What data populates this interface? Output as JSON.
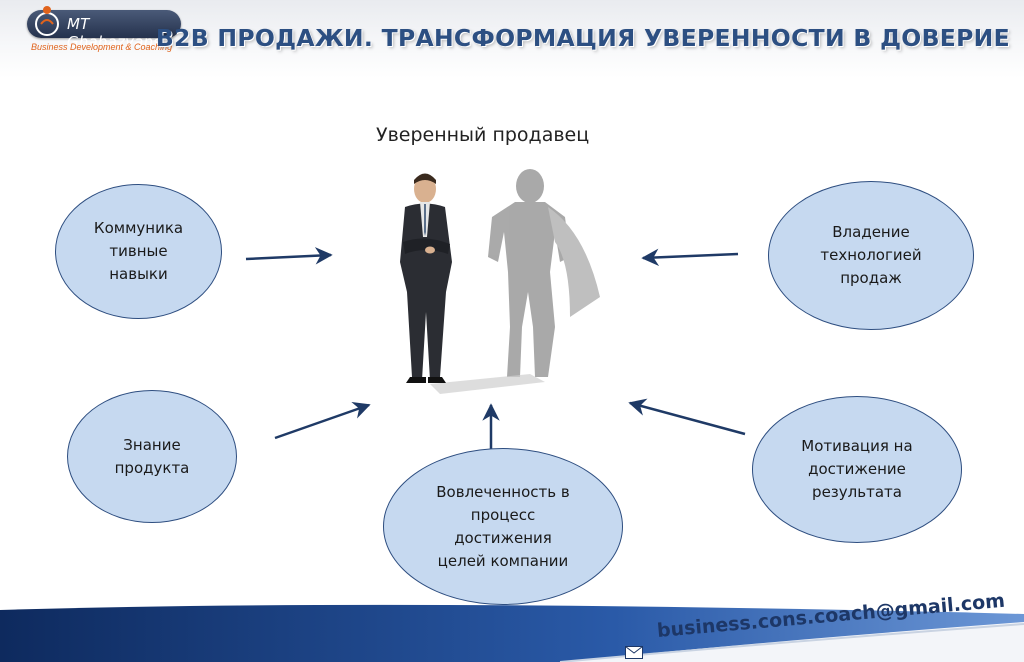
{
  "header": {
    "logo_name": "MT Ghabazyans",
    "logo_tagline": "Business Development & Coaching",
    "title": "B2B ПРОДАЖИ. ТРАНСФОРМАЦИЯ УВЕРЕННОСТИ В ДОВЕРИЕ"
  },
  "center": {
    "label": "Уверенный продавец"
  },
  "bubbles": [
    {
      "text": "Коммуника\nтивные\nнавыки"
    },
    {
      "text": "Владение\nтехнологией\nпродаж"
    },
    {
      "text": "Знание\nпродукта"
    },
    {
      "text": "Мотивация на\nдостижение\nрезультата"
    },
    {
      "text": "Вовлеченность  в\nпроцесс\nдостижения\nцелей компании"
    }
  ],
  "footer": {
    "email": "business.cons.coach@gmail.com"
  },
  "colors": {
    "title": "#2c4f82",
    "bubble_fill": "#c6d9f0",
    "bubble_border": "#2e4e80",
    "arrow": "#1f3a66",
    "footer_blue": "#1d3f7a"
  }
}
